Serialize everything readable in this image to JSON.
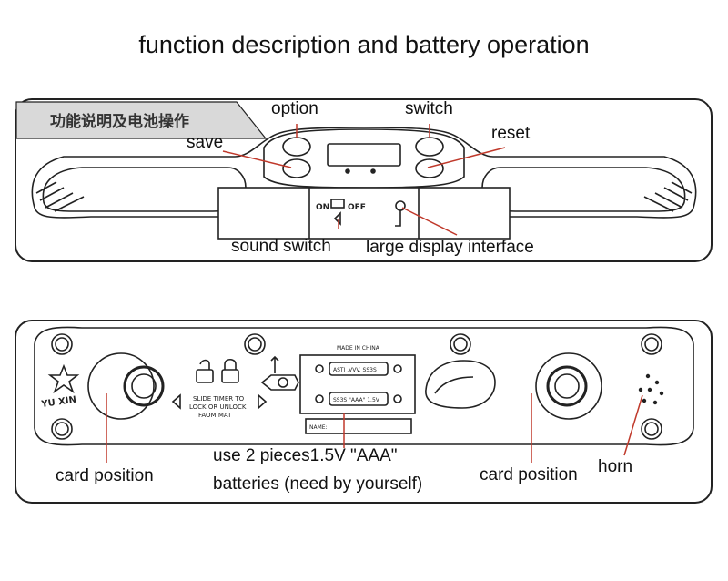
{
  "title": "function description and battery operation",
  "top_panel": {
    "tag": "功能说明及电池操作",
    "labels": {
      "option": "option",
      "switch": "switch",
      "reset": "reset",
      "save": "save",
      "sound_switch": "sound switch",
      "large_display_interface": "large display interface"
    },
    "on_off_marking": {
      "on": "ON",
      "off": "OFF"
    }
  },
  "bottom_panel": {
    "labels": {
      "card_position_left": "card position",
      "card_position_right": "card position",
      "horn": "horn",
      "battery_line1": "use 2 pieces1.5V \"AAA\"",
      "battery_line2": "batteries (need by yourself)"
    },
    "device_text": {
      "brand": "YU XIN",
      "slide_line1": "SLIDE TIMER TO",
      "slide_line2": "LOCK OR UNLOCK",
      "slide_line3": "FAOM MAT",
      "made_in": "MADE IN CHINA",
      "battery_slot_1": "ASTI .VVV. SS3S",
      "battery_slot_2": "SS3S \"AAA\" 1.5V",
      "name_field": "NAME:"
    }
  },
  "colors": {
    "line": "#222222",
    "panel_bg": "#ffffff",
    "tag_bg": "#d9d9d9",
    "text": "#111111"
  }
}
